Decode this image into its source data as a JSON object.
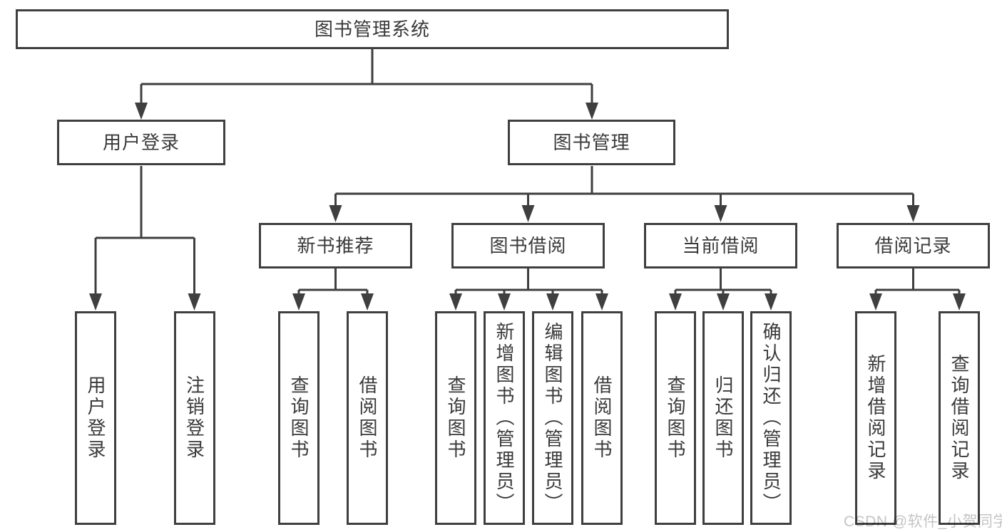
{
  "nodes": {
    "root": "图书管理系统",
    "user_login": "用户登录",
    "book_mgmt": "图书管理",
    "new_book_rec": "新书推荐",
    "book_borrow": "图书借阅",
    "current_borrow": "当前借阅",
    "borrow_record": "借阅记录",
    "leaf_user_login": "用户登录",
    "leaf_logout": "注销登录",
    "leaf_nbr_query": "查询图书",
    "leaf_nbr_borrow": "借阅图书",
    "leaf_bb_query": "查询图书",
    "leaf_bb_add": "新增图书（管理员）",
    "leaf_bb_edit": "编辑图书（管理员）",
    "leaf_bb_borrow": "借阅图书",
    "leaf_cb_query": "查询图书",
    "leaf_cb_return": "归还图书",
    "leaf_cb_confirm": "确认归还（管理员）",
    "leaf_br_add": "新增借阅记录",
    "leaf_br_query": "查询借阅记录"
  },
  "watermark": "CSDN @软件_小贺同学",
  "colors": {
    "line": "#3f3f3f",
    "text": "#3a3a3a",
    "watermark": "#c3c4c6",
    "background": "#ffffff"
  }
}
